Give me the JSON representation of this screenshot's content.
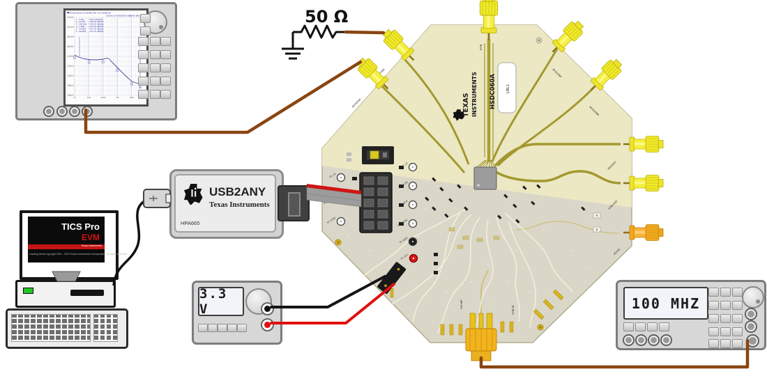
{
  "analyzer": {
    "screen_header_left": "Phase Noise 10.00dB/ Ref -20.00dBc/Hz",
    "carrier_text": "Carrier 6.40000379 GHz",
    "level_text": "-1.299 dBm",
    "markers": [
      {
        "n": "1",
        "freq": "1 kHz",
        "val": "-96.59 dBc/Hz"
      },
      {
        "n": "2",
        "freq": "10 kHz",
        "val": "-106.43 dBc/Hz"
      },
      {
        "n": "3",
        "freq": "100 kHz",
        "val": "-105.61 dBc/Hz"
      },
      {
        "n": "4",
        "freq": "1 MHz",
        "val": "-123.23 dBc/Hz"
      },
      {
        "n": "5",
        "freq": "10 MHz",
        "val": "-151.47 dBc/Hz"
      },
      {
        "n": "6",
        "freq": "40 MHz",
        "val": "-157.27 dBc/Hz"
      }
    ],
    "y_ticks": [
      "-20.00",
      "-40.00",
      "-60.00",
      "-80.00",
      "-100.0",
      "-120.0",
      "-140.0",
      "-160.0",
      "-180.0"
    ],
    "x_ticks": [
      "1k",
      "10k",
      "100k",
      "1M",
      "10M",
      "40M"
    ],
    "plot_points": [
      [
        0,
        54
      ],
      [
        6,
        57
      ],
      [
        14,
        59.5
      ],
      [
        21,
        60.5
      ],
      [
        31,
        61
      ],
      [
        41,
        60
      ],
      [
        47,
        58.5
      ],
      [
        50,
        59.5
      ],
      [
        53,
        63
      ],
      [
        62,
        72
      ],
      [
        74,
        84
      ],
      [
        83,
        92
      ],
      [
        95,
        96
      ]
    ],
    "marker_points": [
      [
        0,
        54,
        "1"
      ],
      [
        21,
        60.5,
        "2"
      ],
      [
        41,
        60,
        "3"
      ],
      [
        62,
        72,
        "4"
      ],
      [
        83,
        92,
        "5"
      ],
      [
        95,
        96,
        "6"
      ]
    ],
    "spikes": [
      [
        7,
        56,
        28
      ],
      [
        94,
        95,
        58
      ]
    ]
  },
  "chart_data": {
    "type": "line",
    "title": "Phase Noise 10.00dB/ Ref -20.00dBc/Hz",
    "xlabel": "Offset Frequency",
    "ylabel": "dBc/Hz",
    "xscale": "log",
    "xlim_hz": [
      1000,
      40000000
    ],
    "ylim": [
      -180,
      -20
    ],
    "series": [
      {
        "name": "phase noise",
        "x_hz": [
          1000,
          2000,
          5000,
          10000,
          30000,
          100000,
          200000,
          400000,
          1000000,
          3000000,
          10000000,
          40000000
        ],
        "y_dbchz": [
          -96.6,
          -101,
          -104.5,
          -106.4,
          -106.8,
          -105.6,
          -103.5,
          -110,
          -123.2,
          -140,
          -151.5,
          -157.3
        ]
      }
    ],
    "annotations": [
      "Carrier 6.40000379 GHz",
      "-1.299 dBm"
    ]
  },
  "resistor": {
    "label": "50 Ω"
  },
  "board": {
    "brand_top": "TEXAS",
    "brand_bottom": "INSTRUMENTS",
    "part_number": "HSDC060A",
    "sticker_label": "LBL1",
    "connectors": {
      "tl_upper": "RFOUTAM",
      "tl_lower": "RFOUTAP",
      "top": "RFIN",
      "tr_upper": "RFOUTBP",
      "tr_lower": "RFOUTBM",
      "right_upper": "MUXOUT",
      "right_lower": "SYNCOUT",
      "right_orange": "PSYNC",
      "bottom": "OSCINP",
      "bottom2": "SYNCIN"
    },
    "test_points": [
      "TP_CE",
      "TP_MUXOUT",
      "TP_SYNC",
      "TP_LD",
      "TP_CSB",
      "TP_SCK",
      "TP_PSYNC",
      "TP_GND",
      "TP_VCC"
    ]
  },
  "usb2any": {
    "name": "USB2ANY",
    "brand": "Texas Instruments",
    "model": "HPA665"
  },
  "pc": {
    "app_title": "TICS Pro",
    "app_edition": "EVM",
    "banner": "Texas Instruments",
    "status_left": "Loading items",
    "status_right": "Copyright 2011 - 2015 Texas Instruments Incorporated. All rights reserved."
  },
  "power_supply": {
    "display": "3.3 V"
  },
  "signal_generator": {
    "display": "100 MHZ"
  },
  "colors": {
    "wire_brown": "#8a4512",
    "wire_red": "#e01010",
    "wire_black": "#151515",
    "pcb_light": "#ece8c4",
    "pcb_dark": "#dad7c9",
    "trace_gold": "#a3982f",
    "sma_yellow": "#f1e92c",
    "sma_orange": "#f2a81e",
    "accent_red": "#c41414"
  }
}
